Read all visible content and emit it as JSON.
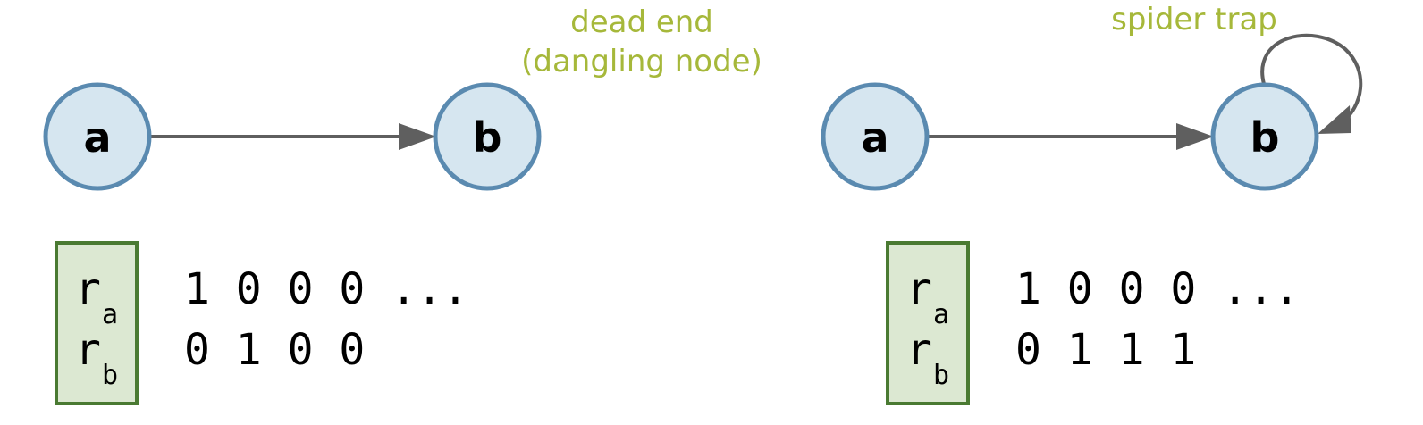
{
  "colors": {
    "node_fill": "#d6e6f0",
    "node_stroke": "#5a8ab0",
    "edge": "#5f5f5f",
    "annotation": "#a6b83a",
    "box_fill": "#dce8d2",
    "box_stroke": "#4a7a32"
  },
  "left": {
    "node_a": "a",
    "node_b": "b",
    "annotation_line1": "dead end",
    "annotation_line2": "(dangling node)",
    "row_a_label": "r",
    "row_a_sub": "a",
    "row_b_label": "r",
    "row_b_sub": "b",
    "row_a_values": "1 0 0 0 ...",
    "row_b_values": "0 1 0 0"
  },
  "right": {
    "node_a": "a",
    "node_b": "b",
    "annotation": "spider trap",
    "row_a_label": "r",
    "row_a_sub": "a",
    "row_b_label": "r",
    "row_b_sub": "b",
    "row_a_values": "1 0 0 0 ...",
    "row_b_values": "0 1 1 1"
  }
}
